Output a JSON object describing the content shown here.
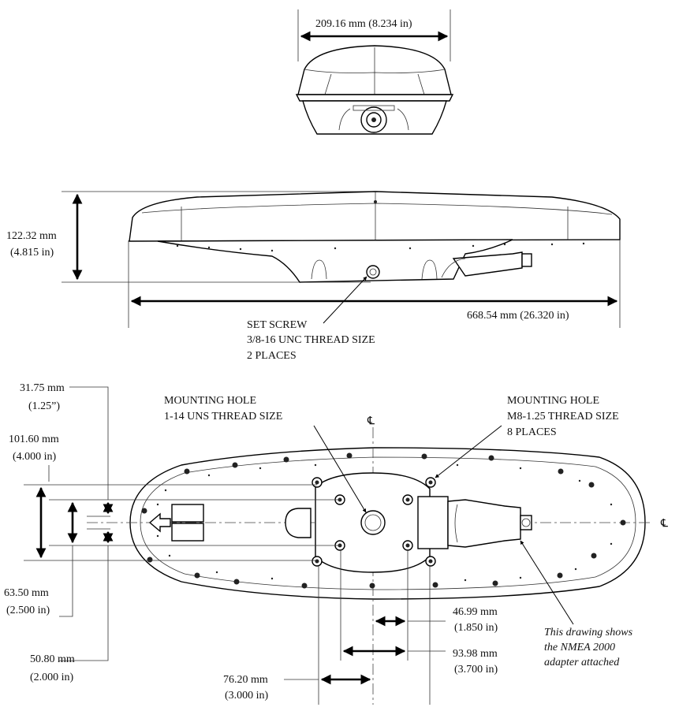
{
  "front_view": {
    "width_label": "209.16 mm (8.234 in)"
  },
  "side_view": {
    "height_mm": "122.32 mm",
    "height_in": "(4.815 in)",
    "length_label": "668.54 mm (26.320 in)",
    "set_screw": [
      "SET SCREW",
      "3/8-16 UNC THREAD SIZE",
      "2 PLACES"
    ]
  },
  "bottom_view": {
    "mount_hole_left": [
      "MOUNTING HOLE",
      "1-14 UNS THREAD SIZE"
    ],
    "mount_hole_right": [
      "MOUNTING HOLE",
      "M8-1.25 THREAD SIZE",
      "8 PLACES"
    ],
    "centerline_symbol": "℄",
    "dims": {
      "d31_mm": "31.75 mm",
      "d31_in": "(1.25”)",
      "d101_mm": "101.60 mm",
      "d101_in": "(4.000 in)",
      "d63_mm": "63.50 mm",
      "d63_in": "(2.500 in)",
      "d50_mm": "50.80 mm",
      "d50_in": "(2.000 in)",
      "d46_mm": "46.99 mm",
      "d46_in": "(1.850 in)",
      "d93_mm": "93.98 mm",
      "d93_in": "(3.700 in)",
      "d76_mm": "76.20 mm",
      "d76_in": "(3.000 in)"
    },
    "note": [
      "This drawing shows",
      "the NMEA 2000",
      "adapter attached"
    ]
  }
}
